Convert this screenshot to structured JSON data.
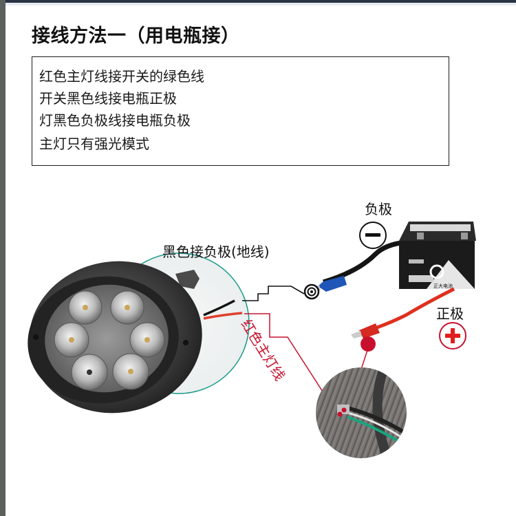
{
  "title": "接线方法一（用电瓶接）",
  "instructions": [
    "红色主灯线接开关的绿色线",
    "开关黑色线接电瓶正极",
    "灯黑色负极线接电瓶负极",
    "主灯只有强光模式"
  ],
  "diagram": {
    "ground_label": "黑色接负极(地线)",
    "negative_label": "负极",
    "negative_symbol": "−",
    "positive_label": "正极",
    "positive_symbol": "+",
    "red_wire_label": "红色主灯线",
    "battery_brand": "正大电池",
    "colors": {
      "red_accent": "#c8102e",
      "teal_circle": "#1a9a8a",
      "wire_black": "#111111",
      "blue_terminal": "#1f56b8",
      "red_cable": "#e0301e"
    }
  }
}
